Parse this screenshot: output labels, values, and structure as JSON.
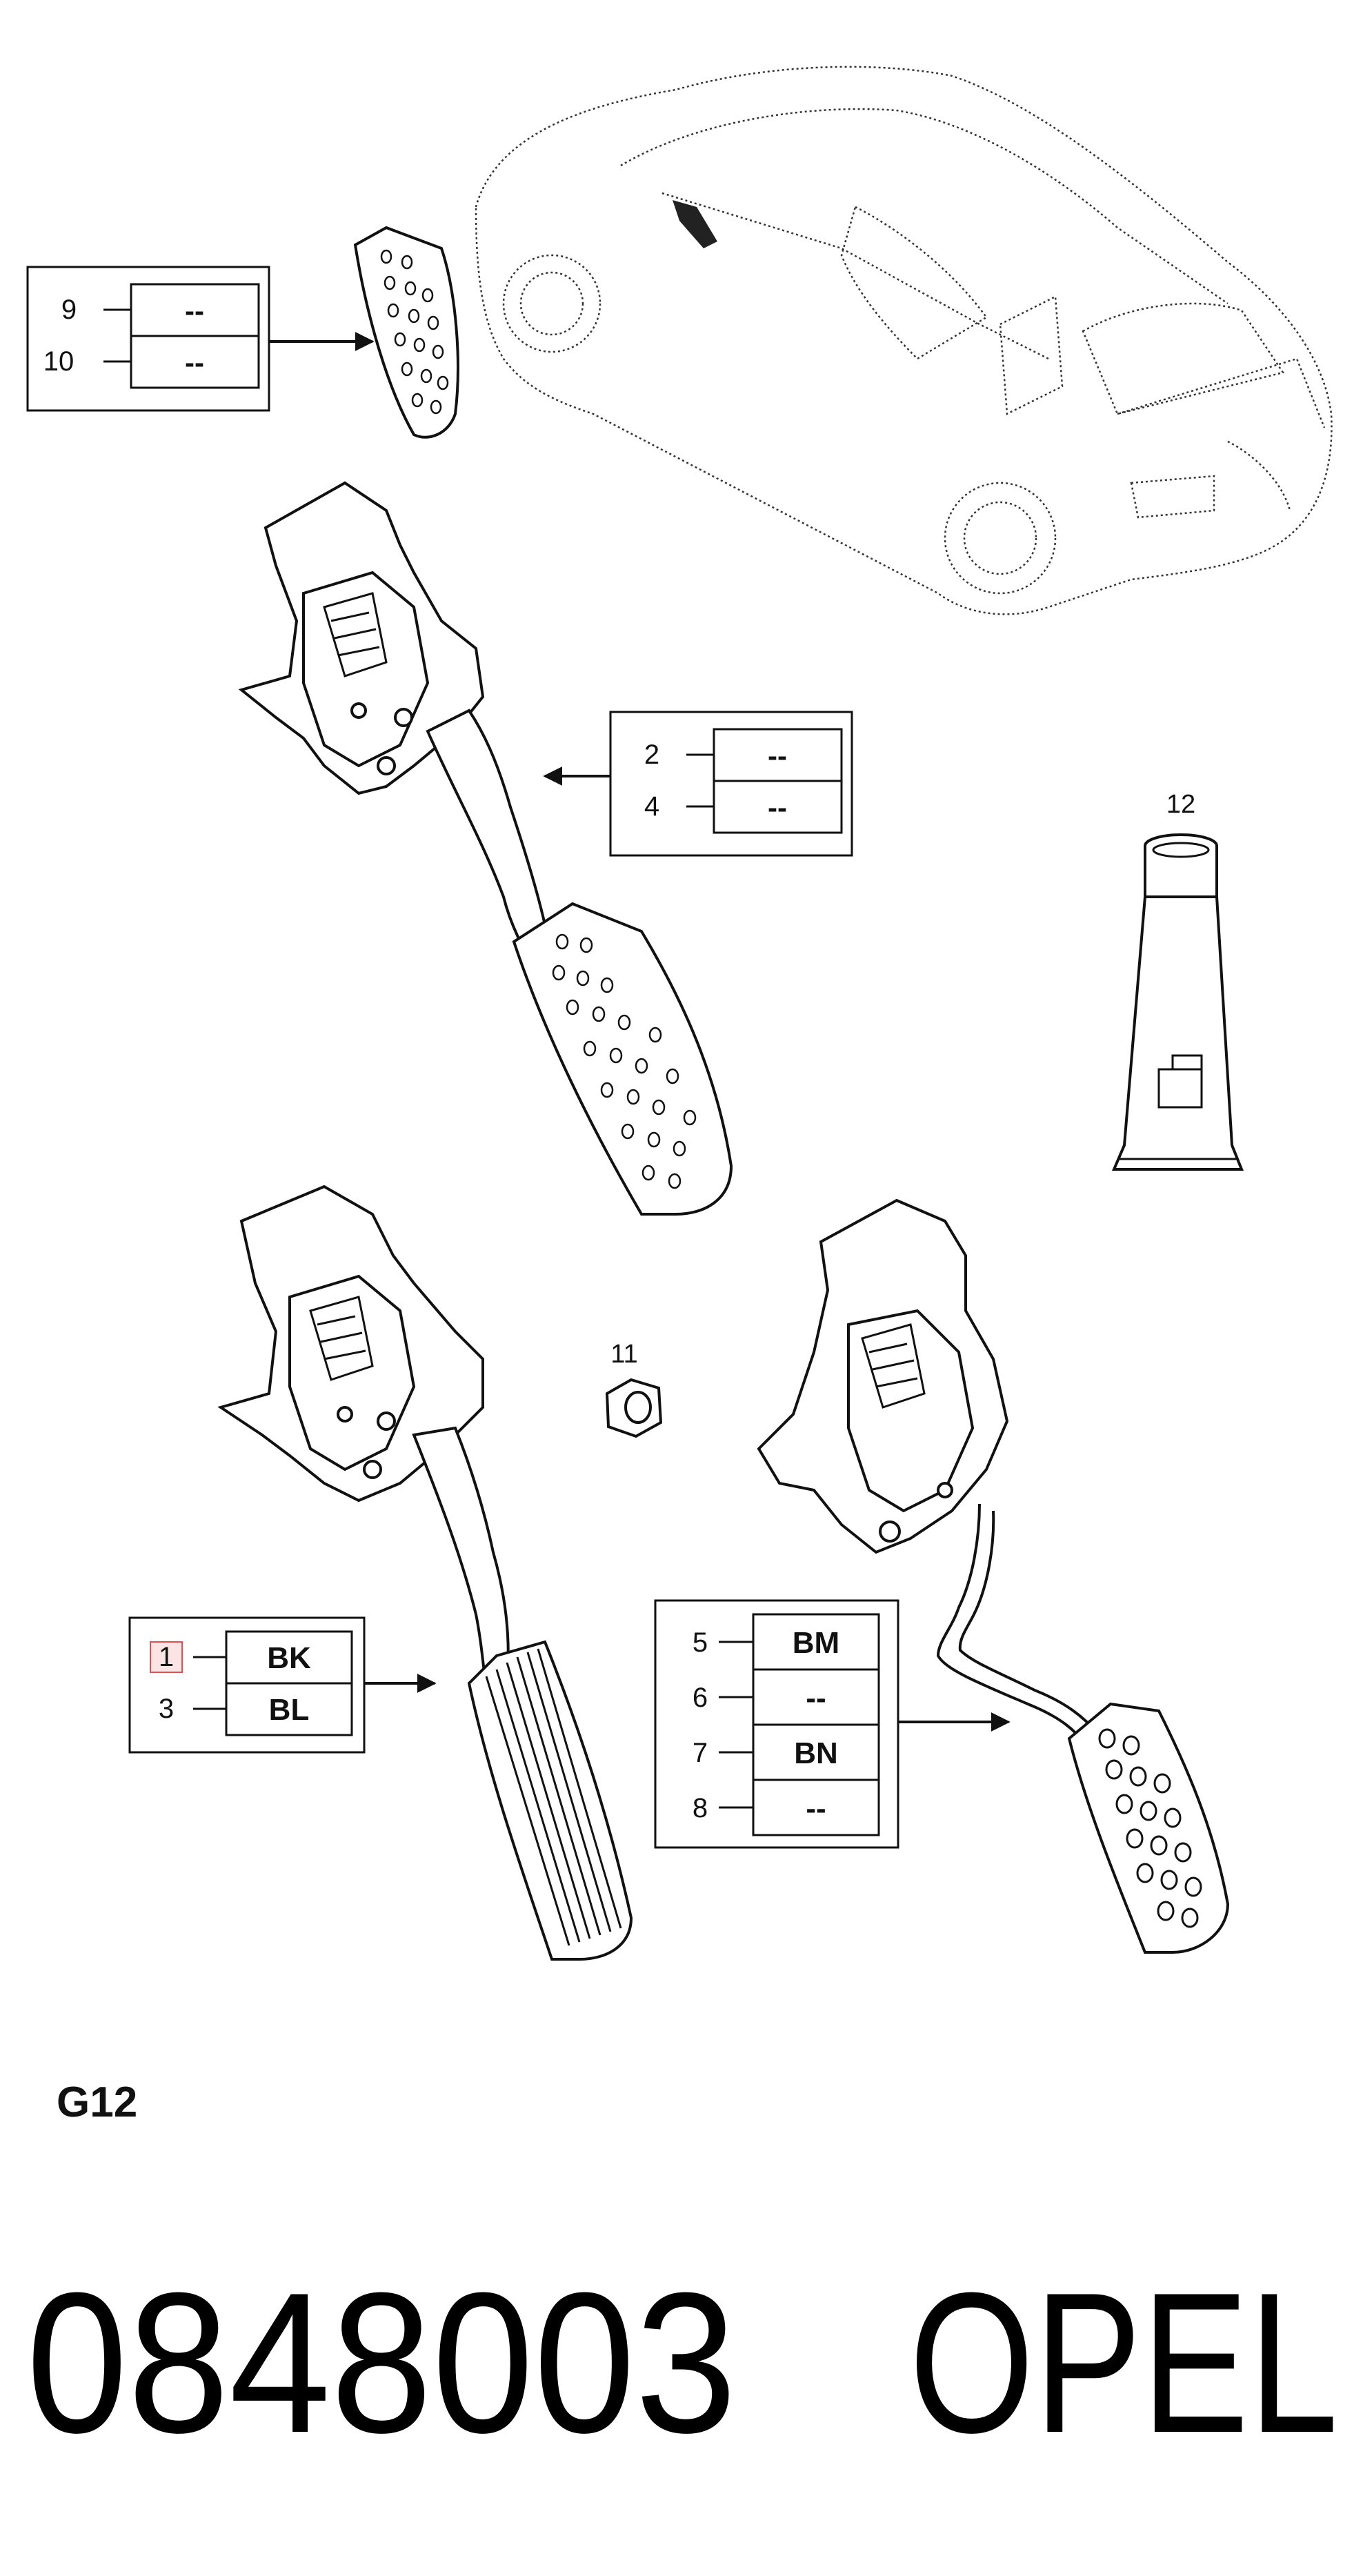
{
  "callout_top_left": {
    "rows": [
      {
        "num": "9",
        "code": "--"
      },
      {
        "num": "10",
        "code": "--"
      }
    ]
  },
  "callout_middle": {
    "rows": [
      {
        "num": "2",
        "code": "--"
      },
      {
        "num": "4",
        "code": "--"
      }
    ]
  },
  "callout_bottom_left": {
    "rows": [
      {
        "num": "1",
        "code": "BK"
      },
      {
        "num": "3",
        "code": "BL"
      }
    ]
  },
  "callout_bottom_right": {
    "rows": [
      {
        "num": "5",
        "code": "BM"
      },
      {
        "num": "6",
        "code": "--"
      },
      {
        "num": "7",
        "code": "BN"
      },
      {
        "num": "8",
        "code": "--"
      }
    ]
  },
  "part_labels": {
    "nut": "11",
    "tube": "12"
  },
  "group_code": "G12",
  "footer": {
    "catalog_number": "0848003",
    "brand": "OPEL"
  },
  "colors": {
    "line": "#111111",
    "highlight_fill": "#fde4e4",
    "highlight_stroke": "#e05050"
  }
}
